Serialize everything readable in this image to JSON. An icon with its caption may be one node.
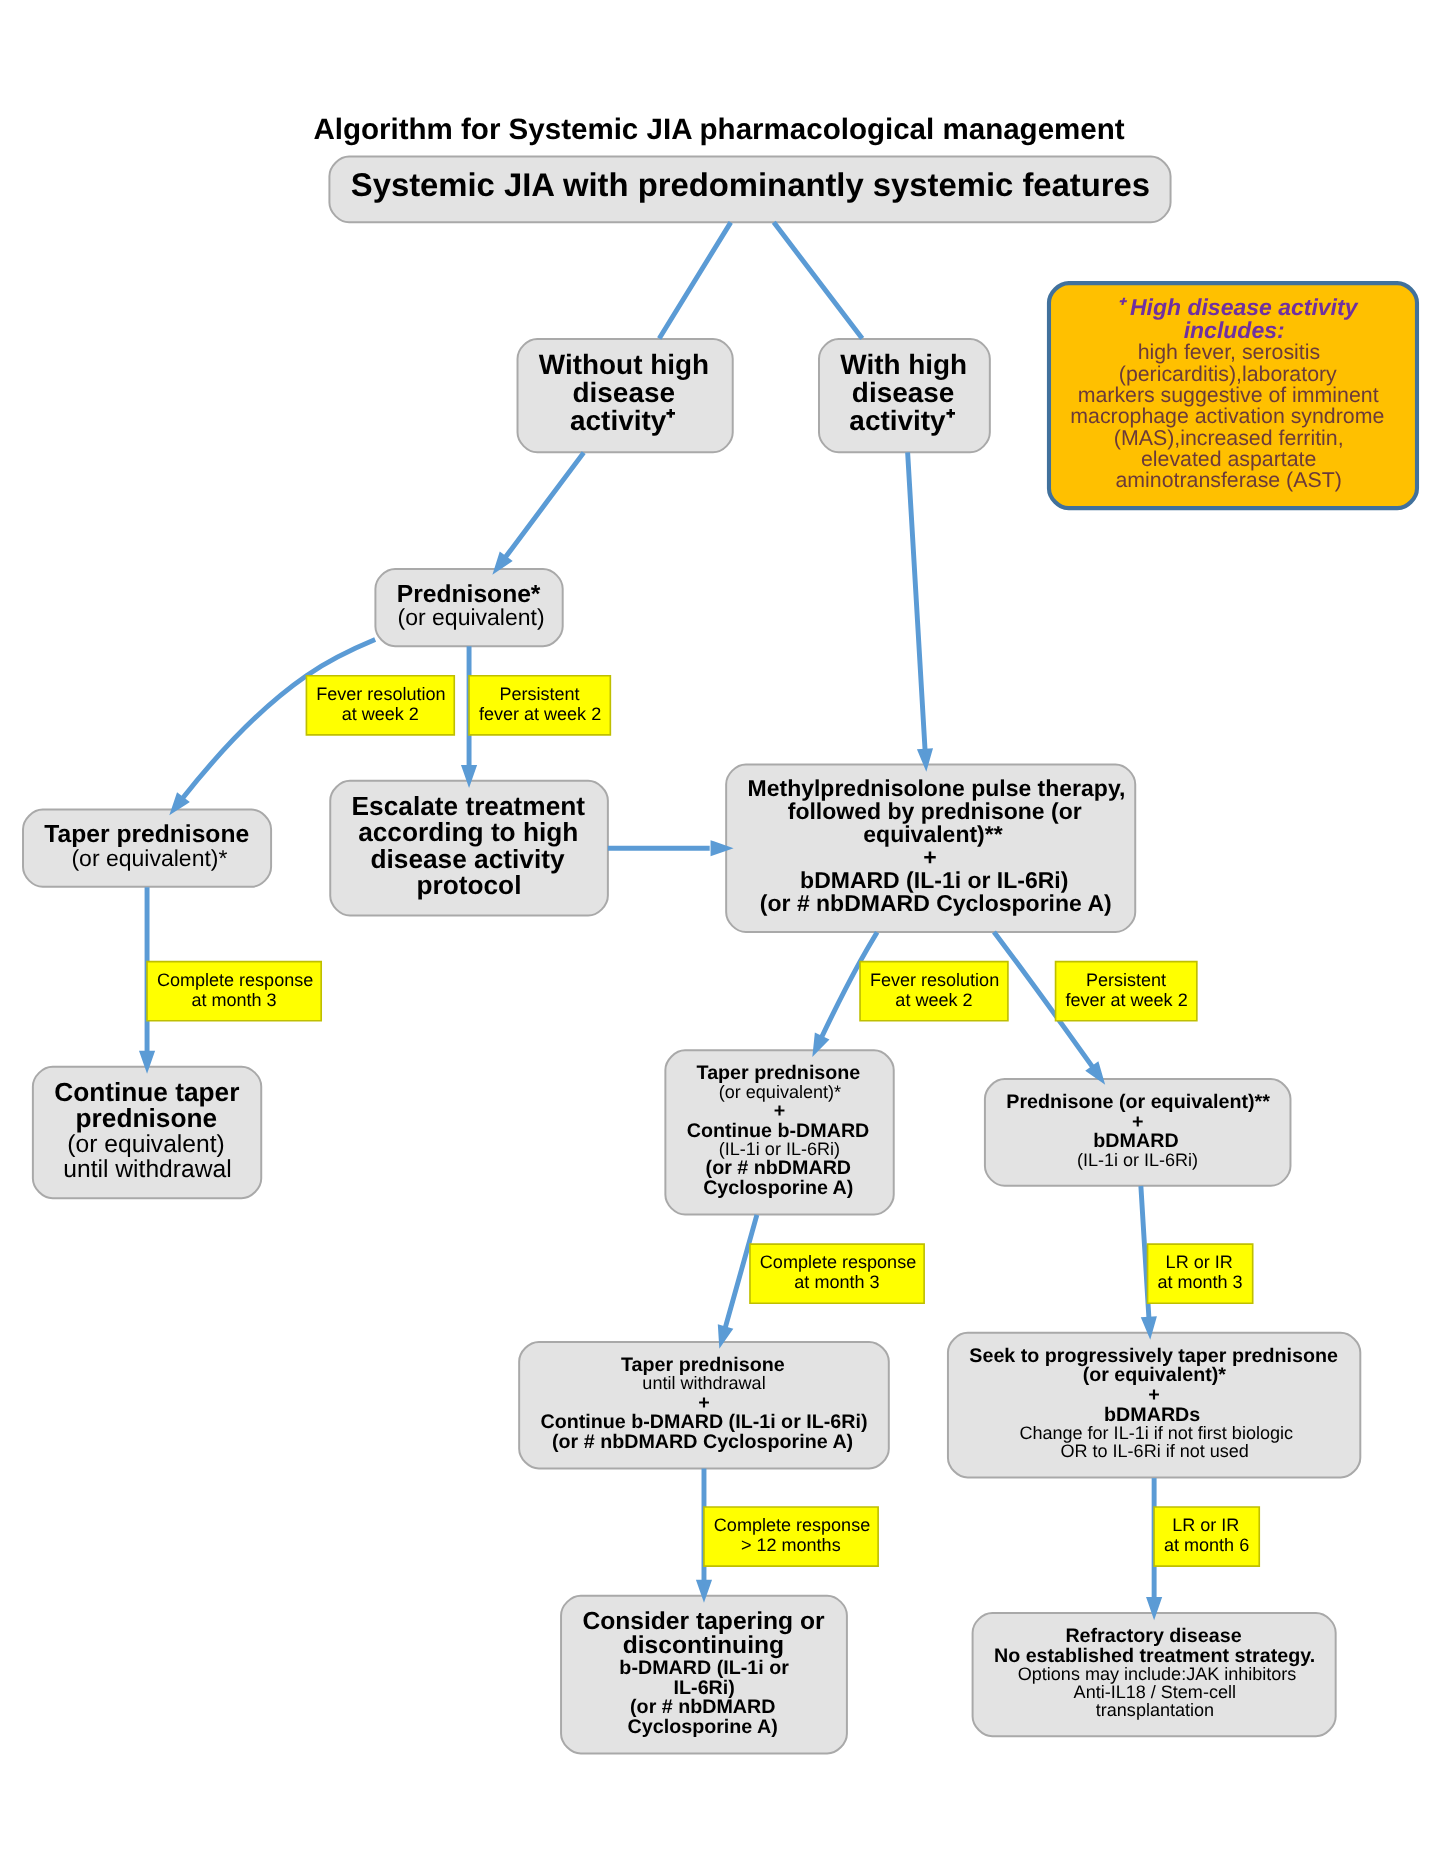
{
  "diagram": {
    "title": "Algorithm for Systemic JIA pharmacological management",
    "nodes": [
      {
        "text": [
          "Systemic JIA with predominantly systemic features"
        ]
      },
      {
        "text": [
          "Without high disease activity⁺"
        ]
      },
      {
        "text": [
          "⁺ High disease activity includes:",
          "high fever, serositis (pericarditis),laboratory markers suggestive of imminent macrophage activation syndrome (MAS),increased ferritin, elevated aspartate aminotransferase (AST)"
        ]
      },
      {
        "text": [
          "With high disease activity⁺"
        ]
      },
      {
        "text": [
          "Prednisone*",
          "(or equivalent)"
        ]
      },
      {
        "text": [
          "Methylprednisolone pulse therapy, followed by prednisone (or equivalent)**",
          "+",
          "bDMARD (IL-1i or IL-6Ri)",
          "(or # nbDMARD Cyclosporine A)"
        ]
      },
      {
        "text": [
          "Taper prednisone",
          "(or equivalent)*"
        ]
      },
      {
        "text": [
          "Escalate treatment according to high disease activity protocol"
        ]
      },
      {
        "text": [
          "Continue taper prednisone",
          "(or equivalent) until withdrawal"
        ]
      },
      {
        "text": [
          "Taper prednisone",
          "(or equivalent)*",
          "+",
          "Continue b-DMARD",
          "(IL-1i or IL-6Ri)",
          "(or # nbDMARD Cyclosporine A)"
        ]
      },
      {
        "text": [
          "Prednisone (or equivalent)**",
          "+",
          "bDMARD",
          "(IL-1i or IL-6Ri)"
        ]
      },
      {
        "text": [
          "Taper prednisone",
          "until withdrawal",
          "+",
          "Continue b-DMARD (IL-1i or IL-6Ri)",
          "(or # nbDMARD Cyclosporine A)"
        ]
      },
      {
        "text": [
          "Seek to progressively taper prednisone (or equivalent)*",
          "+",
          "bDMARDs",
          "Change for IL-1i if not first biologic OR to IL-6Ri if not used"
        ]
      },
      {
        "text": [
          "Consider tapering or discontinuing",
          "b-DMARD (IL-1i or IL-6Ri)",
          "(or # nbDMARD Cyclosporine A)"
        ]
      },
      {
        "text": [
          "Refractory disease",
          "No established treatment strategy.",
          "Options may include:JAK inhibitors Anti-IL18 / Stem-cell transplantation"
        ]
      }
    ],
    "edges": [
      {
        "from": 0,
        "to": 1,
        "arrow": "none"
      },
      {
        "from": 0,
        "to": 3,
        "arrow": "none"
      },
      {
        "from": 1,
        "to": 4,
        "arrow": "to"
      },
      {
        "from": 3,
        "to": 5,
        "arrow": "to"
      },
      {
        "from": 4,
        "to": 6,
        "arrow": "to",
        "label": "Fever resolution at week 2"
      },
      {
        "from": 4,
        "to": 7,
        "arrow": "to",
        "label": "Persistent fever at week 2"
      },
      {
        "from": 7,
        "to": 5,
        "arrow": "to"
      },
      {
        "from": 6,
        "to": 8,
        "arrow": "to",
        "label": "Complete response at month 3"
      },
      {
        "from": 5,
        "to": 9,
        "arrow": "to",
        "label": "Fever resolution at week 2"
      },
      {
        "from": 5,
        "to": 10,
        "arrow": "to",
        "label": "Persistent fever at week 2"
      },
      {
        "from": 9,
        "to": 11,
        "arrow": "to",
        "label": "Complete response at month 3"
      },
      {
        "from": 10,
        "to": 12,
        "arrow": "to",
        "label": "LR or IR at month 3"
      },
      {
        "from": 11,
        "to": 13,
        "arrow": "to",
        "label": "Complete response > 12 months"
      },
      {
        "from": 12,
        "to": 14,
        "arrow": "to",
        "label": "LR or IR at month 6"
      }
    ]
  }
}
